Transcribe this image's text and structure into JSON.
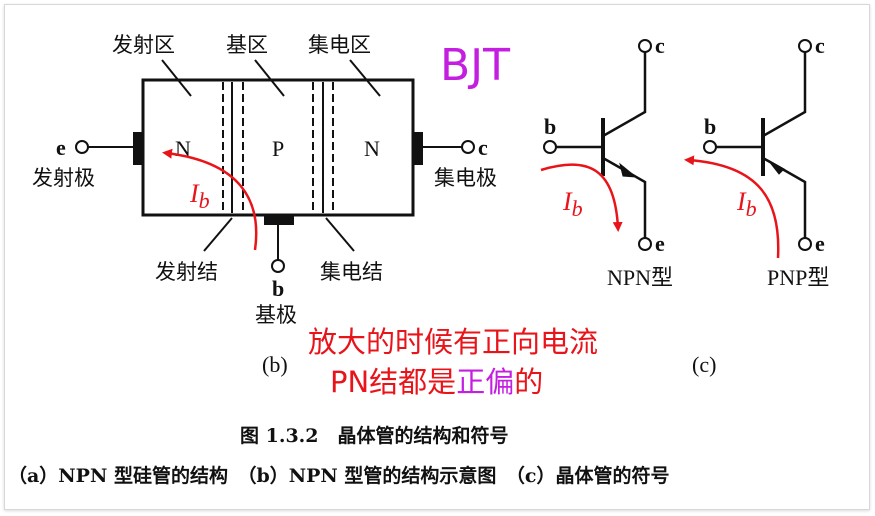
{
  "title": "BJT",
  "structure": {
    "regions": {
      "emitter": "发射区",
      "base": "基区",
      "collector": "集电区"
    },
    "layers": {
      "left": "N",
      "middle": "P",
      "right": "N"
    },
    "terminals": {
      "e": "e",
      "c": "c",
      "b": "b"
    },
    "electrodes": {
      "emitter": "发射极",
      "collector": "集电极",
      "base": "基极"
    },
    "junctions": {
      "emitter": "发射结",
      "collector": "集电结"
    },
    "current": {
      "I": "I",
      "sub": "b"
    },
    "panel_label": "(b)"
  },
  "symbols": {
    "npn": {
      "label": "NPN型",
      "b": "b",
      "c": "c",
      "e": "e"
    },
    "pnp": {
      "label": "PNP型",
      "b": "b",
      "c": "c",
      "e": "e"
    },
    "panel_label": "(c)"
  },
  "annotation": {
    "line1": "放大的时候有正向电流",
    "line2_a": "PN结都是",
    "line2_b": "正偏",
    "line2_c": "的"
  },
  "caption": {
    "title": "图 1.3.2　晶体管的结构和符号",
    "sub": "（a）NPN 型硅管的结构　（b）NPN 型管的结构示意图　（c）晶体管的符号"
  },
  "colors": {
    "red": "#e8141a",
    "purple": "#c41fe0"
  }
}
